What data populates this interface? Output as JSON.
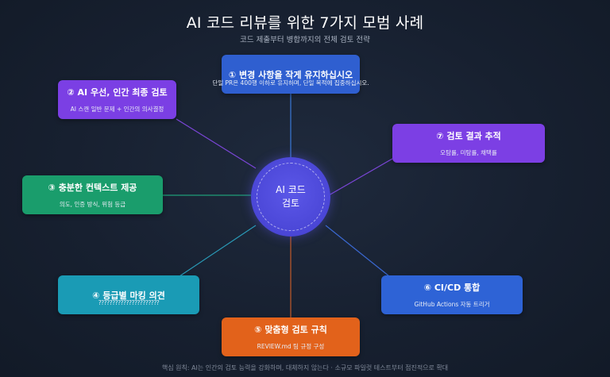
{
  "title": "AI 코드 리뷰를 위한 7가지 모범 사례",
  "subtitle": "코드 제출부터 병합까지의 전체 검토 전략",
  "center": {
    "line1": "AI 코드",
    "line2": "검토"
  },
  "cards": [
    {
      "heading": "① 변경 사항을 작게 유지하십시오",
      "desc": "단일 PR은 400행 이하로 유지하며, 단일 목적에 집중하십시오.",
      "color": "#2f5fd0"
    },
    {
      "heading": "② AI 우선, 인간 최종 검토",
      "desc": "AI 스캔 일반 문제 + 인간의 의사결정",
      "color": "#7b3fe4"
    },
    {
      "heading": "③ 충분한 컨텍스트 제공",
      "desc": "의도, 인증 방식, 위험 등급",
      "color": "#1a9d6c"
    },
    {
      "heading": "④ 등급별 마킹 의견",
      "desc": "??????????????????????",
      "color": "#1a9bb5"
    },
    {
      "heading": "⑤ 맞춤형 검토 규칙",
      "desc": "REVIEW.md 팀 규정 구성",
      "color": "#e2621b"
    },
    {
      "heading": "⑥ CI/CD 통합",
      "desc": "GitHub Actions 자동 트리거",
      "color": "#2e63d6"
    },
    {
      "heading": "⑦ 검토 결과 추적",
      "desc": "오탐률, 미탐률, 채택률",
      "color": "#7c3fe4"
    }
  ],
  "footer": "핵심 원칙: AI는 인간의 검토 능력을 강화하며, 대체하지 않는다 · 소규모 파일럿 테스트부터 점진적으로 확대"
}
